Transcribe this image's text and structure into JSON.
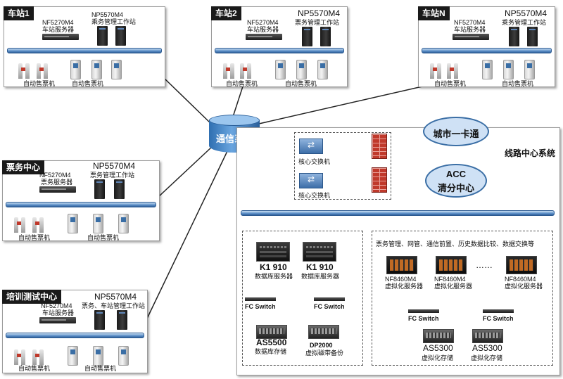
{
  "stations": {
    "s1": {
      "name": "车站1",
      "server_model": "NF5270M4",
      "server_role": "车站服务器",
      "ws_model": "NP5570M4",
      "ws_role": "乘务管理工作站",
      "gate_label": "自动售票机",
      "tvm_label": "自动售票机"
    },
    "s2": {
      "name": "车站2",
      "server_model": "NF5270M4",
      "server_role": "车站服务器",
      "ws_model": "NP5570M4",
      "ws_role": "票务管理工作站",
      "gate_label": "自动售票机",
      "tvm_label": "自动售票机"
    },
    "sn": {
      "name": "车站N",
      "server_model": "NF5270M4",
      "server_role": "车站服务器",
      "ws_model": "NP5570M4",
      "ws_role": "乘务管理工作站",
      "gate_label": "自动售票机",
      "tvm_label": "自动售票机"
    },
    "ticket": {
      "name": "票务中心",
      "server_model": "NF5270M4",
      "server_role": "票务服务器",
      "ws_model": "NP5570M4",
      "ws_role": "票务管理工作站",
      "gate_label": "自动售票机",
      "tvm_label": "自动售票机"
    },
    "training": {
      "name": "培训测试中心",
      "server_model": "NF5270M4",
      "server_role": "车站服务器",
      "ws_model": "NP5570M4",
      "ws_role": "票务、车站管理工作站",
      "gate_label": "自动售票机",
      "tvm_label": "自动售票机"
    }
  },
  "comm": {
    "label": "通信系统"
  },
  "line_center": {
    "title": "线路中心系统",
    "core_switch": "核心交换机",
    "city_card": "城市一卡通",
    "acc_line1": "ACC",
    "acc_line2": "清分中心",
    "db_model": "K1 910",
    "db_role": "数据库服务器",
    "fc_switch": "FC Switch",
    "as5500_model": "AS5500",
    "as5500_role": "数据库存储",
    "dp_model": "DP2000",
    "dp_role": "虚拟磁带备份",
    "services": "票务管理、网管、通信前置、历史数据比较、数据交换等",
    "virt_model": "NF8460M4",
    "virt_role": "虚拟化服务器",
    "ellipsis": "……",
    "as5300_model": "AS5300",
    "as5300_role": "虚拟化存储"
  }
}
